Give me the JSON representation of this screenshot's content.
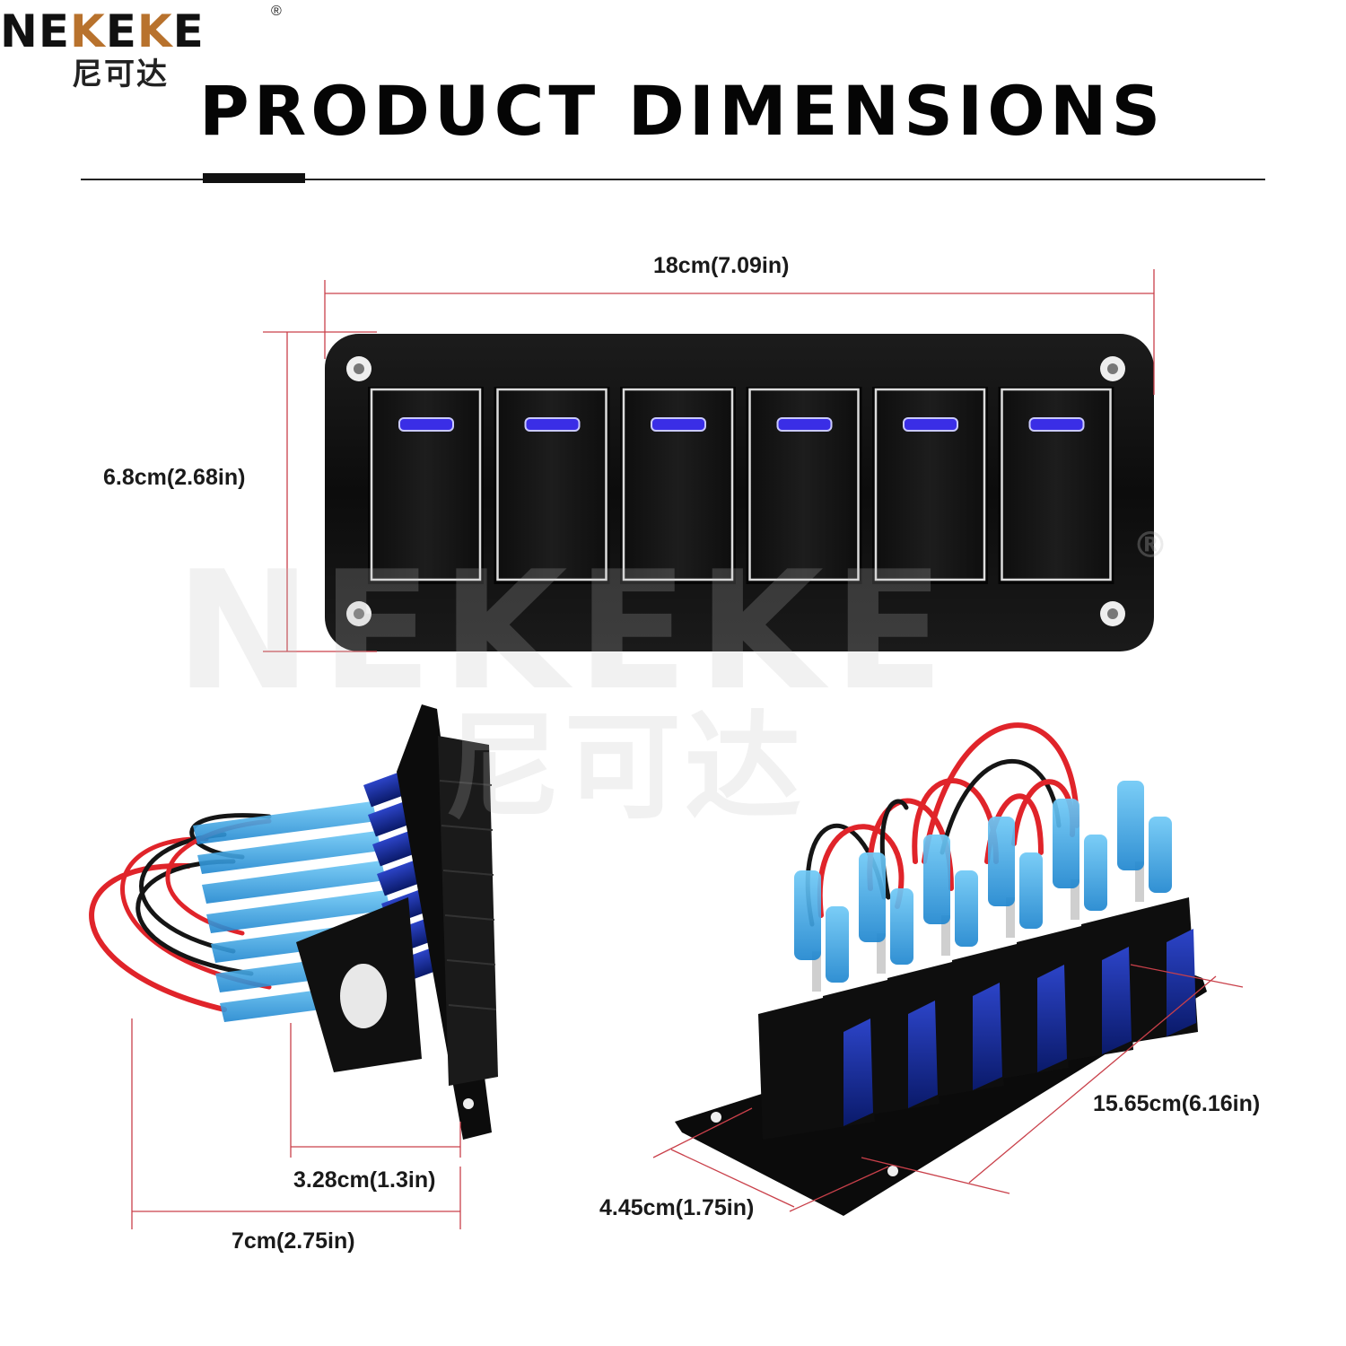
{
  "brand": {
    "logo_prefix": "NE",
    "logo_accent": "K",
    "logo_mid": "E",
    "logo_accent2": "K",
    "logo_suffix": "E",
    "registered": "®",
    "logo_chinese": "尼可达"
  },
  "title": "PRODUCT DIMENSIONS",
  "dimensions": {
    "panel_width": "18cm(7.09in)",
    "panel_height": "6.8cm(2.68in)",
    "switch_depth": "3.28cm(1.3in)",
    "total_depth": "7cm(2.75in)",
    "switch_row_length": "15.65cm(6.16in)",
    "switch_width": "4.45cm(1.75in)"
  },
  "watermark": {
    "text": "NEKEKE",
    "registered": "®",
    "chinese": "尼可达"
  },
  "colors": {
    "accent_orange": "#b8722d",
    "dimension_line": "#c9404a",
    "led_blue": "#3a2ee6",
    "panel_black": "#111111",
    "wire_red": "#e0242a",
    "connector_blue": "#3aa8e8"
  },
  "switch_count": 6
}
